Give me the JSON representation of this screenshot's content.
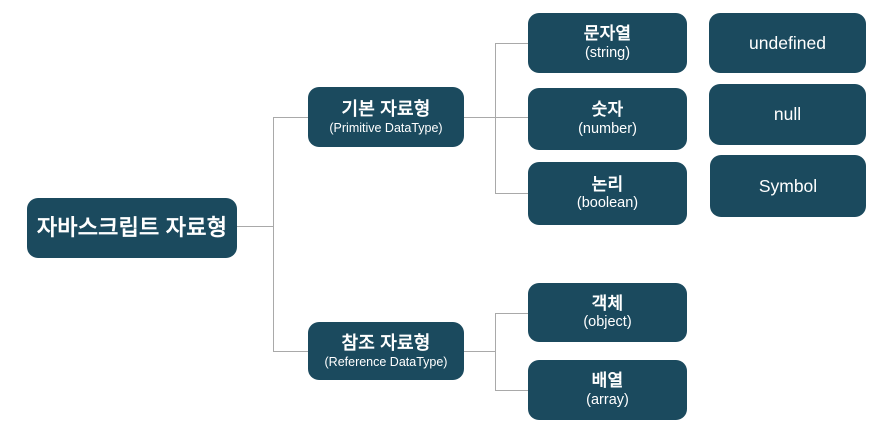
{
  "diagram": {
    "title": "JavaScript data types tree",
    "colors": {
      "node_fill": "#1b4a5e",
      "node_text": "#ffffff",
      "connector": "#a9a9a9",
      "background": "#ffffff"
    },
    "root": {
      "label": "자바스크립트 자료형"
    },
    "branches": [
      {
        "label": "기본 자료형",
        "sublabel": "(Primitive DataType)",
        "children": [
          {
            "label": "문자열",
            "sublabel": "(string)"
          },
          {
            "label": "숫자",
            "sublabel": "(number)"
          },
          {
            "label": "논리",
            "sublabel": "(boolean)"
          }
        ]
      },
      {
        "label": "참조 자료형",
        "sublabel": "(Reference DataType)",
        "children": [
          {
            "label": "객체",
            "sublabel": "(object)"
          },
          {
            "label": "배열",
            "sublabel": "(array)"
          }
        ]
      }
    ],
    "standalone": [
      {
        "label": "undefined"
      },
      {
        "label": "null"
      },
      {
        "label": "Symbol"
      }
    ]
  }
}
